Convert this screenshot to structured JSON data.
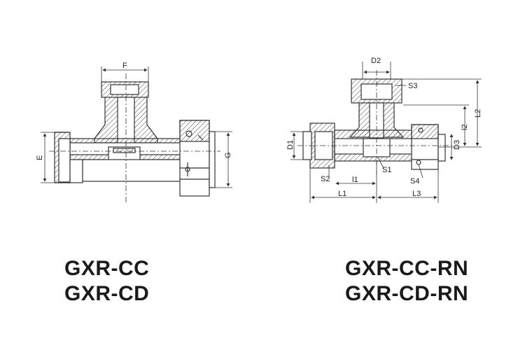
{
  "left_drawing": {
    "labels": {
      "f": "F",
      "e": "E",
      "g": "G"
    },
    "captions": [
      "GXR-CC",
      "GXR-CD"
    ]
  },
  "right_drawing": {
    "labels": {
      "d2": "D2",
      "s3": "S3",
      "l2_upper": "L2",
      "l2_lower": "l2",
      "d1": "D1",
      "d3": "D3",
      "s1": "S1",
      "s2": "S2",
      "s4": "S4",
      "l1_lower": "l1",
      "l1_upper": "L1",
      "l3": "L3"
    },
    "captions": [
      "GXR-CC-RN",
      "GXR-CD-RN"
    ]
  },
  "colors": {
    "line": "#333333",
    "hatch": "#444444",
    "background": "#ffffff"
  }
}
